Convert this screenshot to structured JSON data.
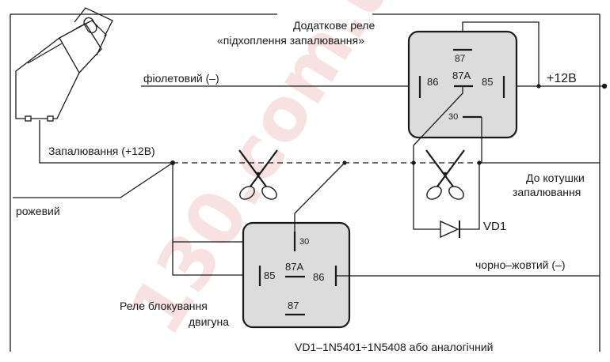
{
  "relays": {
    "aux_title_1": "Додаткове реле",
    "aux_title_2": "«підхоплення запалювання»",
    "block_title_1": "Реле блокування",
    "block_title_2": "двигуна",
    "pin_87": "87",
    "pin_87a": "87A",
    "pin_86": "86",
    "pin_85": "85",
    "pin_30": "30"
  },
  "wires": {
    "violet": "фіолетовий  (–)",
    "plus12": "+12В",
    "ignition": "Запалювання (+12В)",
    "pink": "рожевий",
    "coil_1": "До котушки",
    "coil_2": "запалювання",
    "black_yellow": "чорно–жовтий (–)",
    "vd1": "VD1"
  },
  "note": "VD1–1N5401÷1N5408 або аналогічний",
  "watermark": "130.com.ua",
  "colors": {
    "line": "#1a1a1a",
    "relay_fill": "#dcdcdc",
    "watermark": "#f2c9c9"
  },
  "icons": [
    "ignition-key-icon",
    "scissors-icon",
    "diode-icon"
  ]
}
